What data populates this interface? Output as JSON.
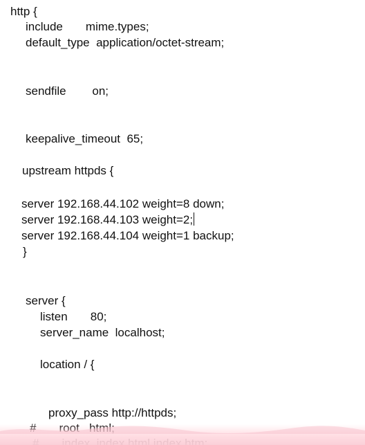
{
  "code": {
    "lines": [
      "http {",
      "include       mime.types;",
      "default_type  application/octet-stream;",
      "sendfile        on;",
      "keepalive_timeout  65;",
      "upstream httpds {",
      "server 192.168.44.102 weight=8 down;",
      "server 192.168.44.103 weight=2;",
      "server 192.168.44.104 weight=1 backup;",
      "}",
      "server {",
      "listen       80;",
      "server_name  localhost;",
      "location / {",
      "proxy_pass http://httpds;",
      "#       root   html;",
      "#       index  index.html index.htm;"
    ]
  },
  "colors": {
    "text": "#111111",
    "background": "#ffffff",
    "bottom_band": "#fad0d8"
  }
}
